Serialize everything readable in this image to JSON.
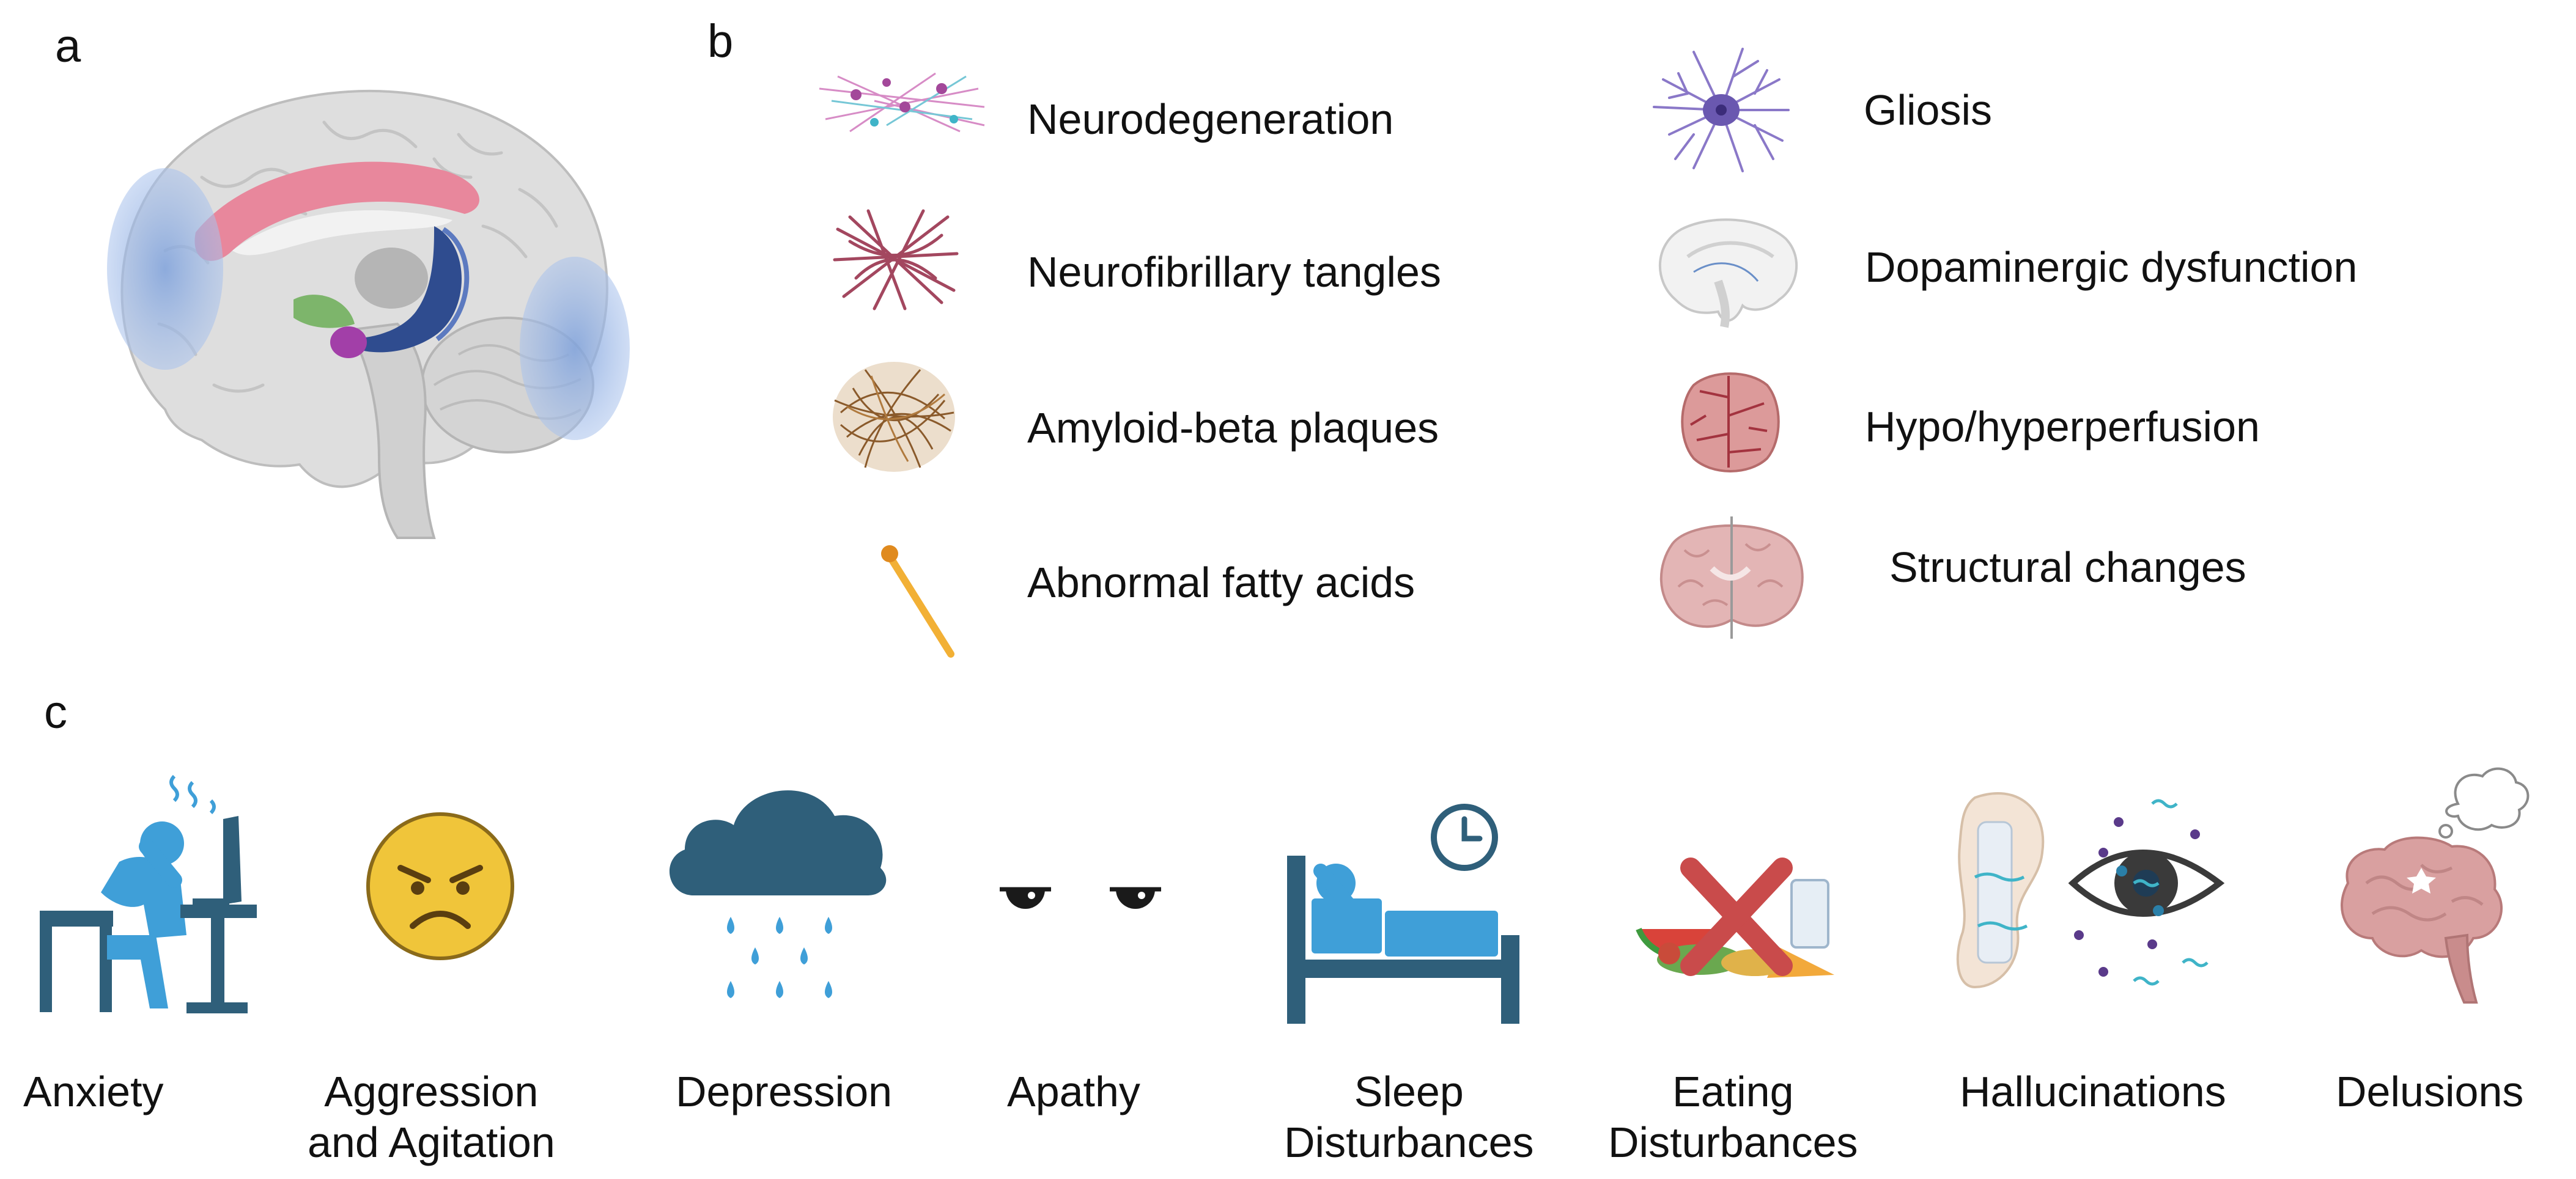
{
  "panels": {
    "a": "a",
    "b": "b",
    "c": "c"
  },
  "pathology": {
    "left": [
      {
        "label": "Neurodegeneration",
        "icon": "neuron-network-icon"
      },
      {
        "label": "Neurofibrillary tangles",
        "icon": "tangle-icon"
      },
      {
        "label": "Amyloid-beta plaques",
        "icon": "plaque-icon"
      },
      {
        "label": "Abnormal fatty acids",
        "icon": "fatty-acid-icon"
      }
    ],
    "right": [
      {
        "label": "Gliosis",
        "icon": "astrocyte-icon"
      },
      {
        "label": "Dopaminergic dysfunction",
        "icon": "brain-pathway-icon"
      },
      {
        "label": "Hypo/hyperperfusion",
        "icon": "vascular-brain-icon"
      },
      {
        "label": "Structural changes",
        "icon": "brain-section-icon"
      }
    ]
  },
  "symptoms": [
    {
      "line1": "Anxiety",
      "line2": "",
      "icon": "anxious-person-icon"
    },
    {
      "line1": "Aggression",
      "line2": "and Agitation",
      "icon": "angry-face-icon"
    },
    {
      "line1": "Depression",
      "line2": "",
      "icon": "rain-cloud-icon"
    },
    {
      "line1": "Apathy",
      "line2": "",
      "icon": "half-closed-eyes-icon"
    },
    {
      "line1": "Sleep",
      "line2": "Disturbances",
      "icon": "bed-clock-icon"
    },
    {
      "line1": "Eating",
      "line2": "Disturbances",
      "icon": "food-cross-icon"
    },
    {
      "line1": "Hallucinations",
      "line2": "",
      "icon": "ear-eye-icon"
    },
    {
      "line1": "Delusions",
      "line2": "",
      "icon": "brain-thought-icon"
    }
  ],
  "colors": {
    "cortex": "#d9d9d9",
    "highlight_blue": "#8fb0e0",
    "corpus_callosum": "#e8879c",
    "icon_blue": "#3f9fd8",
    "icon_dark": "#2f5f7a",
    "angry_yellow": "#f0c53a",
    "brain_pink": "#d9a0a0"
  }
}
